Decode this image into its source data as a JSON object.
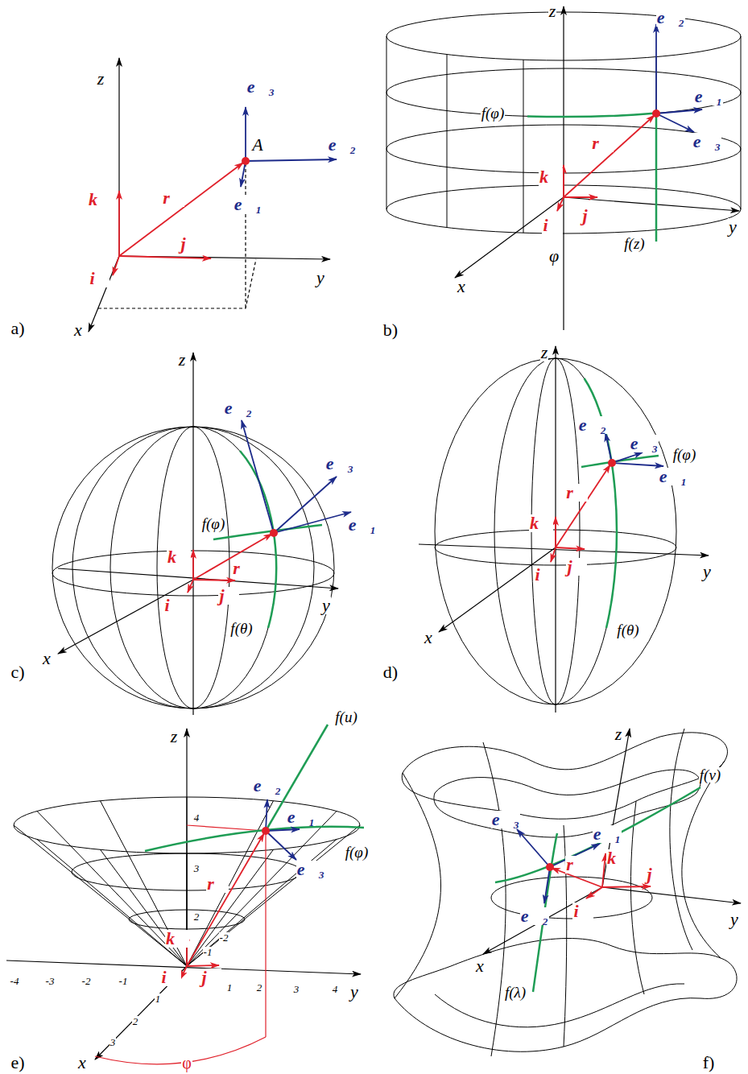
{
  "diagram": {
    "labels": [
      "a)",
      "z",
      "y",
      "x",
      "i⃗",
      "j⃗",
      "k⃗",
      "r⃗",
      "A",
      "e⃗₃",
      "e⃗₂",
      "e⃗₁",
      "b)",
      "z",
      "y",
      "x",
      "φ",
      "i⃗",
      "j⃗",
      "k⃗",
      "r⃗",
      "f(φ)",
      "f(z)",
      "e⃗₂",
      "e⃗₁",
      "e⃗₃",
      "c)",
      "z",
      "y",
      "x",
      "i⃗",
      "j⃗",
      "k⃗",
      "r⃗",
      "f(φ)",
      "f(θ)",
      "e⃗₂",
      "e⃗₃",
      "e⃗₁",
      "d)",
      "z",
      "y",
      "x",
      "i⃗",
      "j⃗",
      "k⃗",
      "r⃗",
      "f(φ)",
      "f(θ)",
      "e⃗₂",
      "e⃗₃",
      "e⃗₁",
      "e)",
      "z",
      "y",
      "x",
      "φ",
      "i⃗",
      "j⃗",
      "k⃗",
      "r⃗",
      "f(u)",
      "f(φ)",
      "e⃗₂",
      "e⃗₁",
      "e⃗₃",
      "4",
      "3",
      "2",
      "-4",
      "-3",
      "-2",
      "-1",
      "1",
      "2",
      "3",
      "4",
      "-1",
      "-2",
      "1",
      "2",
      "3",
      "f)",
      "z",
      "y",
      "x",
      "i⃗",
      "j⃗",
      "k⃗",
      "r⃗",
      "f(ν)",
      "f(λ)",
      "e⃗₃",
      "e⃗₁",
      "e⃗₂"
    ]
  }
}
